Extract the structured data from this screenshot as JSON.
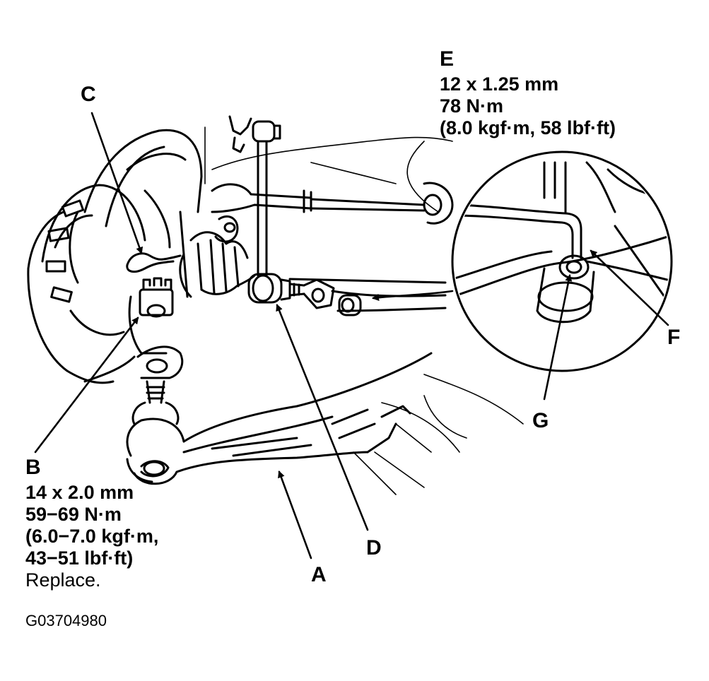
{
  "callouts": {
    "A": "A",
    "B": "B",
    "C": "C",
    "D": "D",
    "E": "E",
    "F": "F",
    "G": "G"
  },
  "spec_B": {
    "size": "14 x 2.0 mm",
    "torque_nm": "59−69 N·m",
    "torque_kgf": "(6.0−7.0 kgf·m,",
    "torque_lbf": "43−51 lbf·ft)",
    "note": "Replace."
  },
  "spec_E": {
    "size": "12 x 1.25 mm",
    "torque_nm": "78 N·m",
    "torque_alt": "(8.0 kgf·m, 58 lbf·ft)"
  },
  "figure_code": "G03704980",
  "colors": {
    "ink": "#000000",
    "paper": "#ffffff"
  }
}
